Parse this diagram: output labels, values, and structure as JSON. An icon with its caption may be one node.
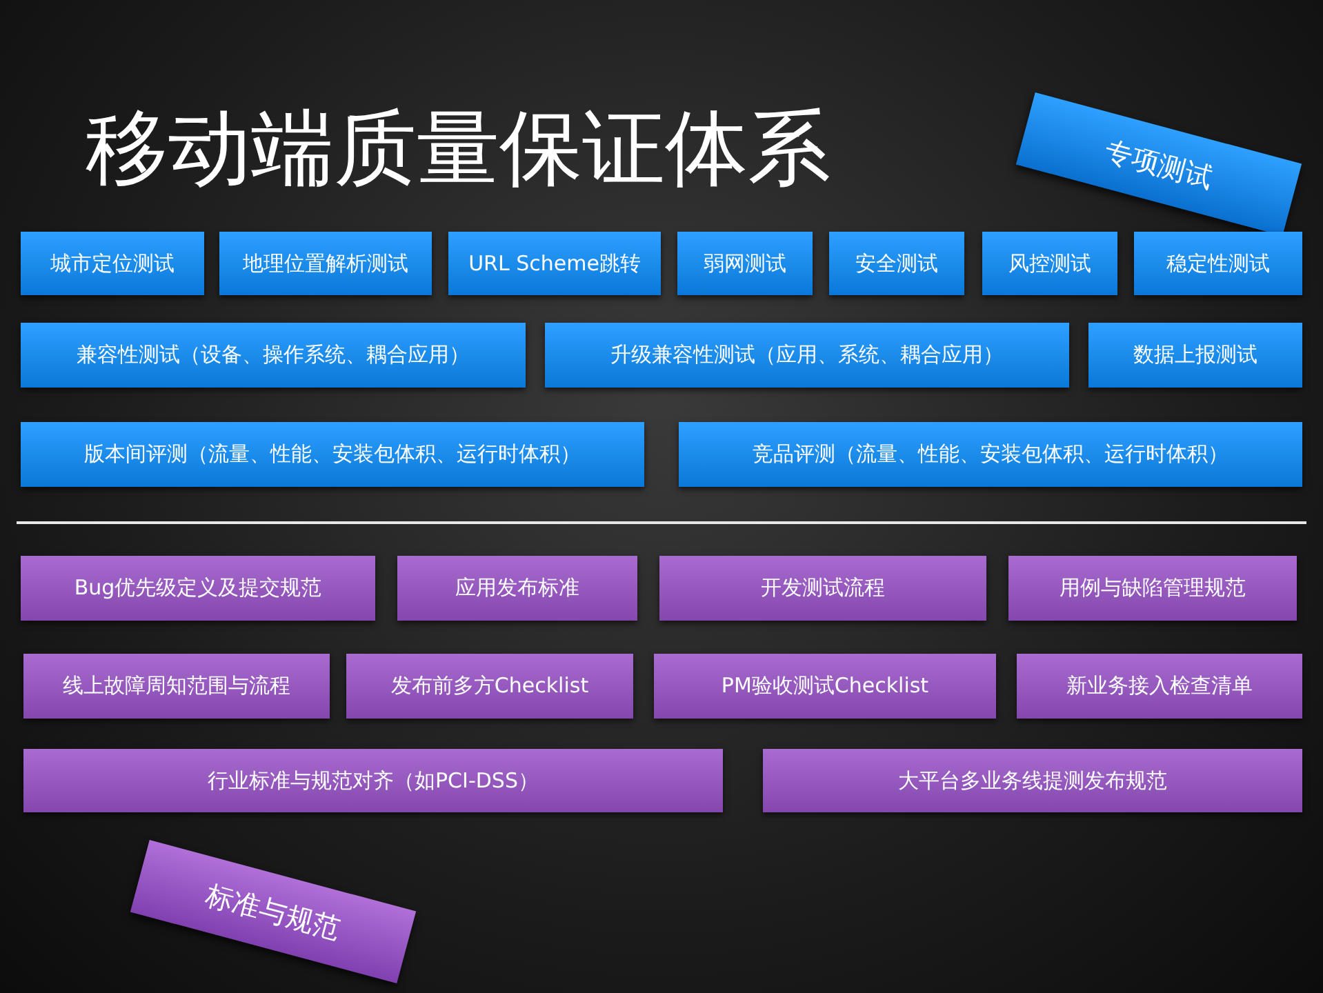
{
  "diagram": {
    "title": "移动端质量保证体系",
    "nodes": [
      {
        "text": [
          "专项测试"
        ]
      },
      {
        "text": [
          "城市定位测试"
        ]
      },
      {
        "text": [
          "地理位置解析测试"
        ]
      },
      {
        "text": [
          "URL Scheme跳转"
        ]
      },
      {
        "text": [
          "弱网测试"
        ]
      },
      {
        "text": [
          "安全测试"
        ]
      },
      {
        "text": [
          "风控测试"
        ]
      },
      {
        "text": [
          "稳定性测试"
        ]
      },
      {
        "text": [
          "兼容性测试（设备、操作系统、耦合应用）"
        ]
      },
      {
        "text": [
          "升级兼容性测试（应用、系统、耦合应用）"
        ]
      },
      {
        "text": [
          "数据上报测试"
        ]
      },
      {
        "text": [
          "版本间评测（流量、性能、安装包体积、运行时体积）"
        ]
      },
      {
        "text": [
          "竞品评测（流量、性能、安装包体积、运行时体积）"
        ]
      },
      {
        "text": [
          "Bug优先级定义及提交规范"
        ]
      },
      {
        "text": [
          "应用发布标准"
        ]
      },
      {
        "text": [
          "开发测试流程"
        ]
      },
      {
        "text": [
          "用例与缺陷管理规范"
        ]
      },
      {
        "text": [
          "线上故障周知范围与流程"
        ]
      },
      {
        "text": [
          "发布前多方Checklist"
        ]
      },
      {
        "text": [
          "PM验收测试Checklist"
        ]
      },
      {
        "text": [
          "新业务接入检查清单"
        ]
      },
      {
        "text": [
          "行业标准与规范对齐（如PCI-DSS）"
        ]
      },
      {
        "text": [
          "大平台多业务线提测发布规范"
        ]
      },
      {
        "text": [
          "标准与规范"
        ]
      }
    ],
    "edges": []
  }
}
